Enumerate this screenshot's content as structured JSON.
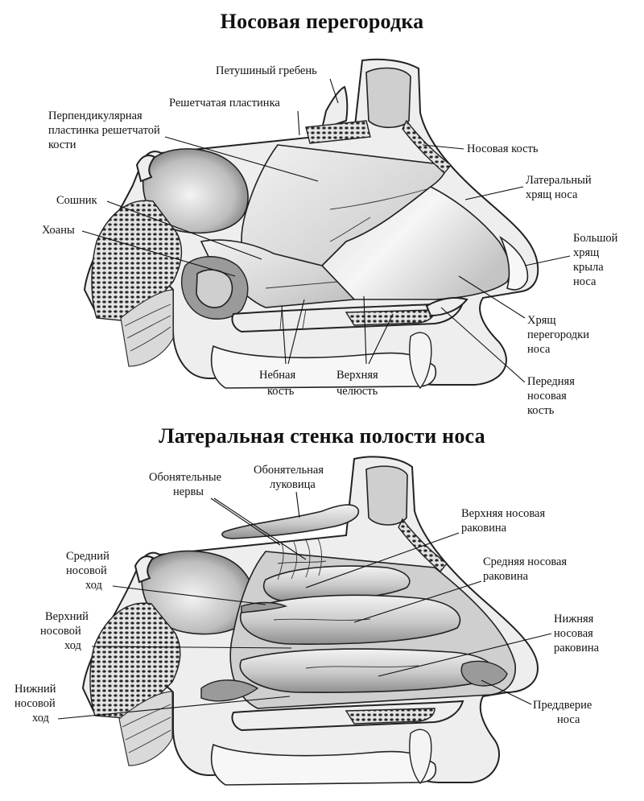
{
  "figures": [
    {
      "title": "Носовая перегородка",
      "labels": {
        "crista_galli": "Петушиный гребень",
        "cribriform_plate": "Решетчатая пластинка",
        "perpendicular_plate_l1": "Перпендикулярная",
        "perpendicular_plate_l2": "пластинка решетчатой",
        "perpendicular_plate_l3": "кости",
        "nasal_bone": "Носовая кость",
        "lateral_cartilage_l1": "Латеральный",
        "lateral_cartilage_l2": "хрящ носа",
        "vomer": "Сошник",
        "choanae": "Хоаны",
        "alar_cartilage_l1": "Большой",
        "alar_cartilage_l2": "хрящ",
        "alar_cartilage_l3": "крыла",
        "alar_cartilage_l4": "носа",
        "septal_cartilage_l1": "Хрящ",
        "septal_cartilage_l2": "перегородки",
        "septal_cartilage_l3": "носа",
        "palatine_bone_l1": "Небная",
        "palatine_bone_l2": "кость",
        "maxilla_l1": "Верхняя",
        "maxilla_l2": "челюсть",
        "anterior_nasal_spine_l1": "Передняя",
        "anterior_nasal_spine_l2": "носовая",
        "anterior_nasal_spine_l3": "кость"
      }
    },
    {
      "title": "Латеральная стенка полости носа",
      "labels": {
        "olfactory_nerves_l1": "Обонятельные",
        "olfactory_nerves_l2": "нервы",
        "olfactory_bulb_l1": "Обонятельная",
        "olfactory_bulb_l2": "луковица",
        "superior_concha_l1": "Верхняя носовая",
        "superior_concha_l2": "раковина",
        "middle_meatus_l1": "Средний",
        "middle_meatus_l2": "носовой",
        "middle_meatus_l3": "ход",
        "middle_concha_l1": "Средняя носовая",
        "middle_concha_l2": "раковина",
        "superior_meatus_l1": "Верхний",
        "superior_meatus_l2": "носовой",
        "superior_meatus_l3": "ход",
        "inferior_concha_l1": "Нижняя",
        "inferior_concha_l2": "носовая",
        "inferior_concha_l3": "раковина",
        "inferior_meatus_l1": "Нижний",
        "inferior_meatus_l2": "носовой",
        "inferior_meatus_l3": "ход",
        "vestibule_l1": "Преддверие",
        "vestibule_l2": "носа"
      }
    }
  ],
  "colors": {
    "ink": "#111111",
    "bone": "#eeeeee",
    "cavity": "#cfcfcf",
    "shadow": "#9a9a9a"
  }
}
